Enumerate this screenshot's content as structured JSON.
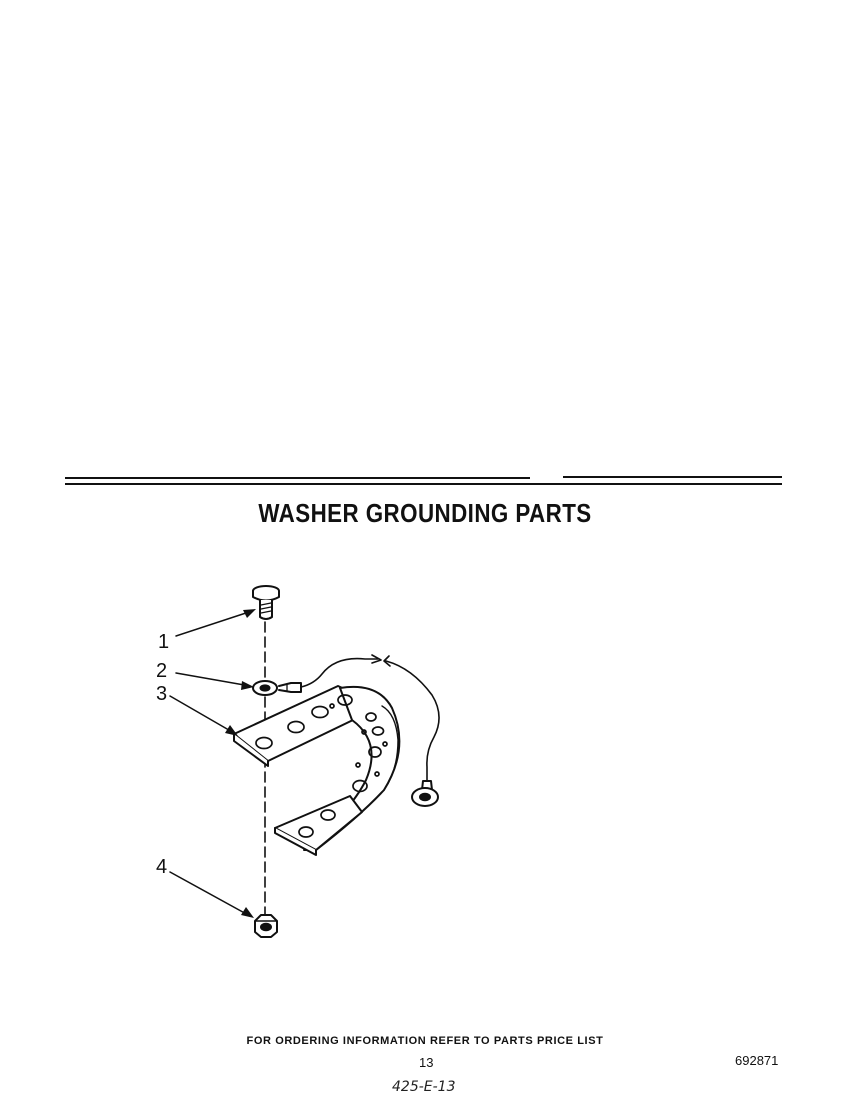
{
  "title": "WASHER GROUNDING PARTS",
  "callouts": [
    {
      "label": "1",
      "part": "screw"
    },
    {
      "label": "2",
      "part": "washer"
    },
    {
      "label": "3",
      "part": "grounding-strap"
    },
    {
      "label": "4",
      "part": "nut"
    }
  ],
  "footer": {
    "order_info": "FOR ORDERING INFORMATION REFER TO PARTS PRICE LIST",
    "page_number": "13",
    "doc_number": "692871",
    "handwritten_note": "425-E-13"
  }
}
